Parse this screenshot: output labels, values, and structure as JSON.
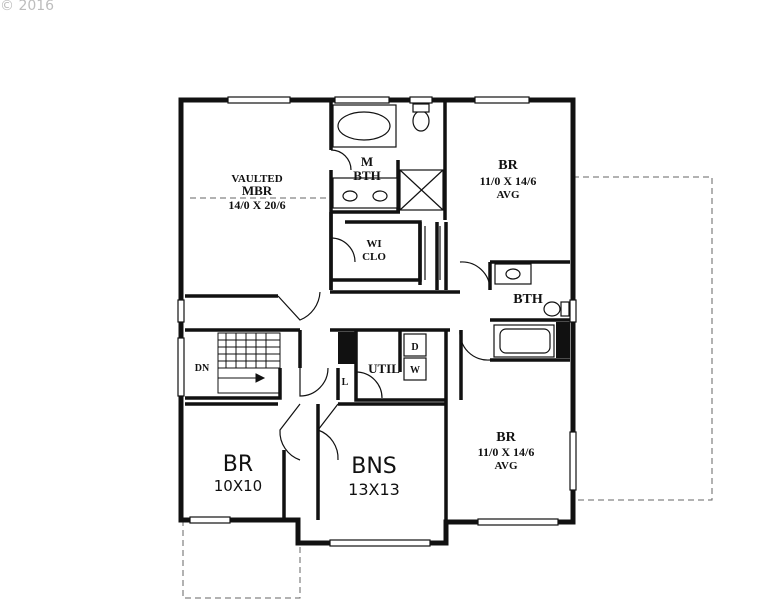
{
  "copyright": "© 2016",
  "rooms": {
    "master": {
      "line1": "VAULTED",
      "line2": "MBR",
      "size": "14/0 X 20/6"
    },
    "master_bath": {
      "line1": "M",
      "line2": "BTH"
    },
    "walk_in_closet": {
      "line1": "WI",
      "line2": "CLO"
    },
    "bedroom_ne": {
      "name": "BR",
      "size": "11/0 X 14/6",
      "note": "AVG"
    },
    "bath": {
      "name": "BTH"
    },
    "bedroom_se": {
      "name": "BR",
      "size": "11/0 X 14/6",
      "note": "AVG"
    },
    "bedroom_sw": {
      "name": "BR",
      "size": "10X10"
    },
    "bonus": {
      "name": "BNS",
      "size": "13X13"
    },
    "utility": {
      "name": "UTIL"
    },
    "dryer": {
      "name": "D"
    },
    "washer": {
      "name": "W"
    },
    "linen": {
      "name": "L"
    },
    "stairs": {
      "name": "DN"
    }
  }
}
